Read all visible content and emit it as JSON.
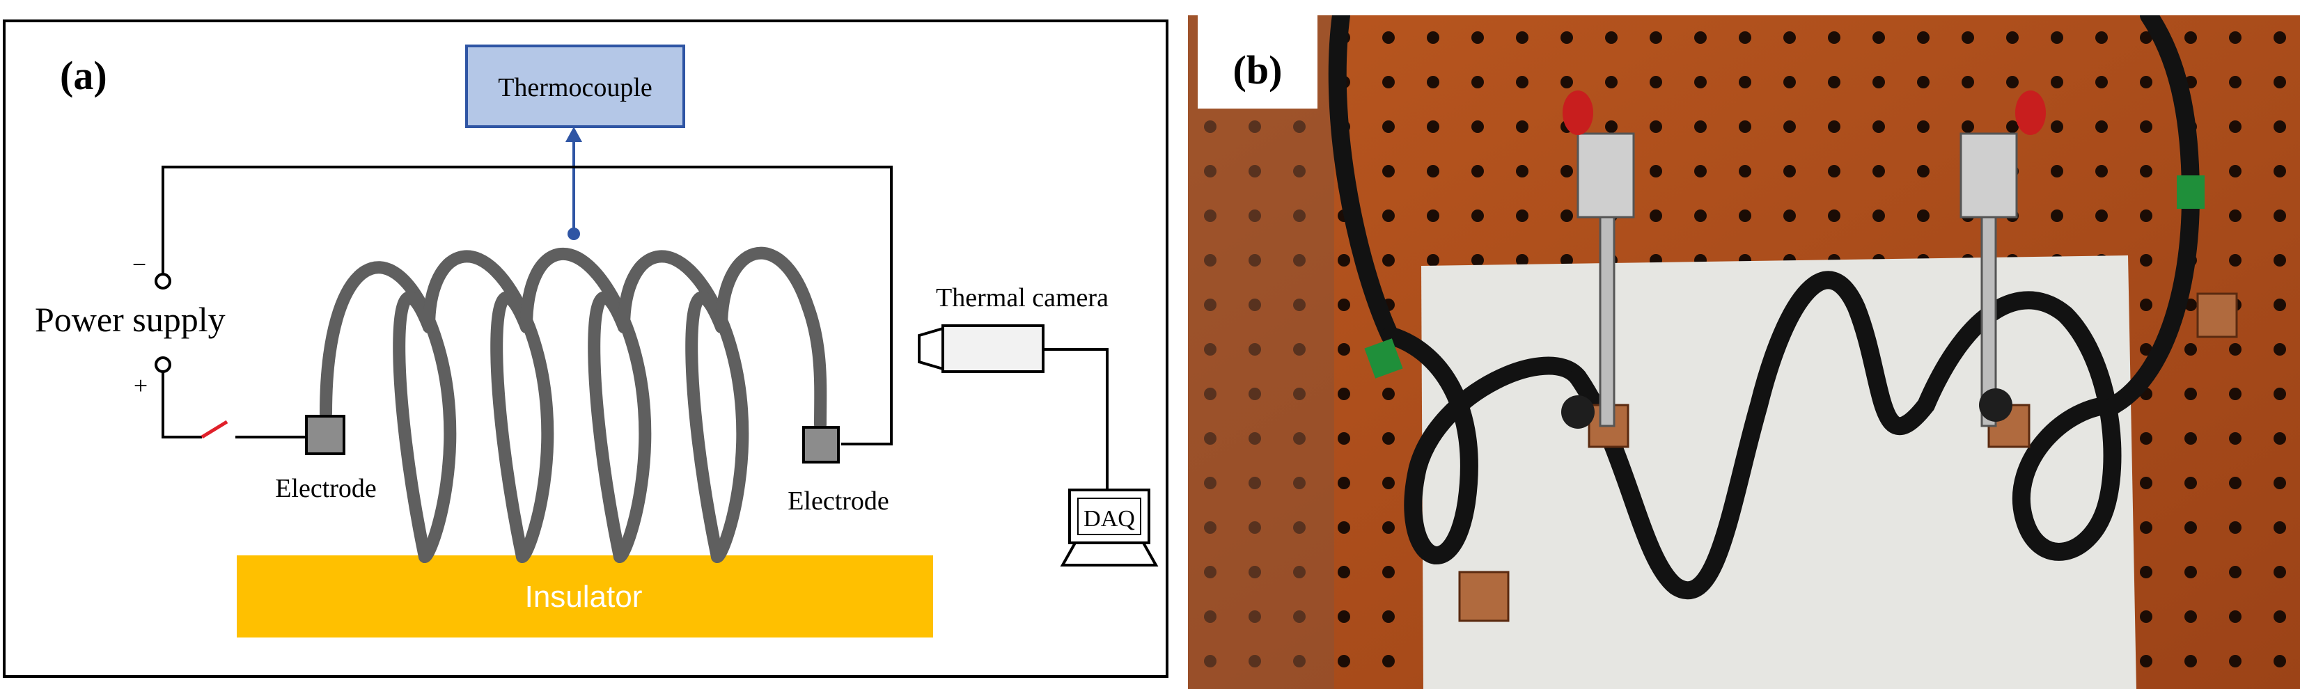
{
  "panel_a": {
    "label": "(a)",
    "thermocouple": "Thermocouple",
    "power_supply": "Power supply",
    "minus": "−",
    "plus": "+",
    "electrode_left": "Electrode",
    "electrode_right": "Electrode",
    "thermal_camera": "Thermal camera",
    "daq": "DAQ",
    "insulator": "Insulator"
  },
  "panel_b": {
    "label": "(b)"
  },
  "colors": {
    "coil": "#5f5f5f",
    "thermocouple_box": "#b4c7e7",
    "thermocouple_line": "#2f55a4",
    "insulator": "#ffc000",
    "switch": "#e0202a",
    "pegboard": "#b5501d"
  }
}
